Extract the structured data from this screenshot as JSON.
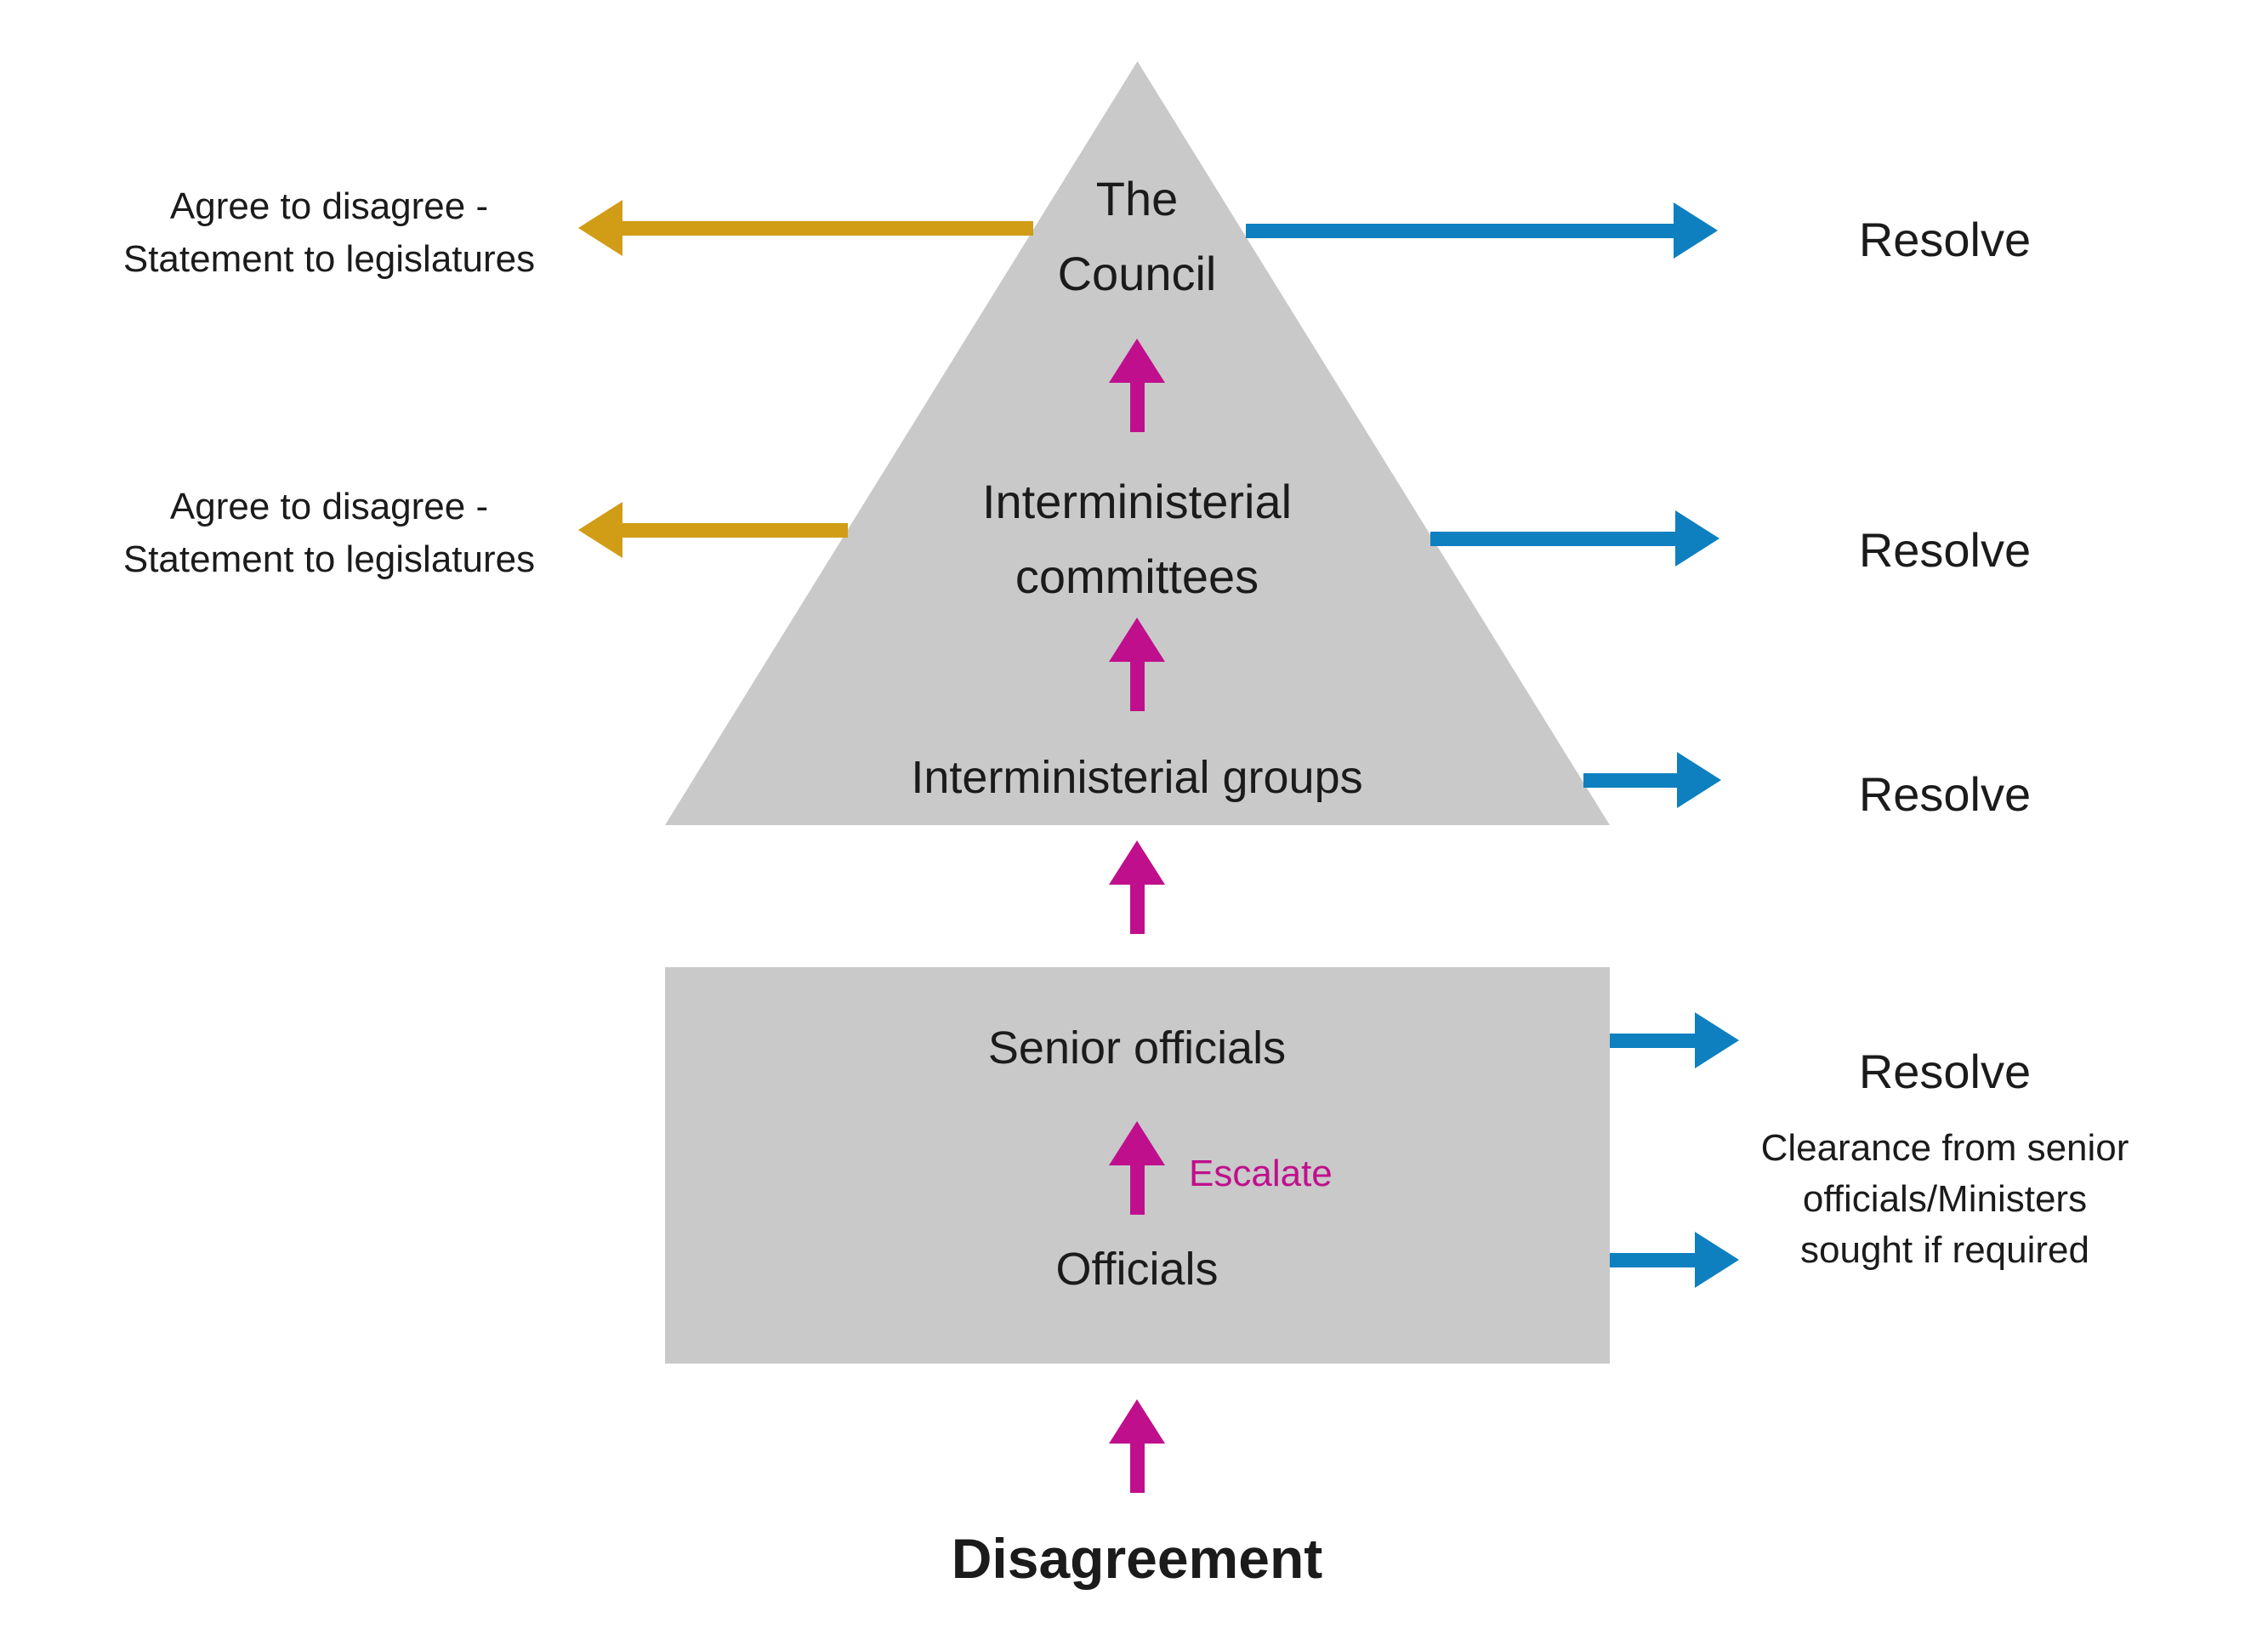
{
  "colors": {
    "gray": "#c9c9c9",
    "magenta": "#c00f8d",
    "blue": "#0e80c0",
    "gold": "#d19c16",
    "text": "#1b1b1b"
  },
  "pyramid": {
    "council": {
      "line1": "The",
      "line2": "Council"
    },
    "committees": {
      "line1": "Interministerial",
      "line2": "committees"
    },
    "groups": {
      "label": "Interministerial groups"
    }
  },
  "box": {
    "senior_label": "Senior officials",
    "officials_label": "Officials",
    "escalate_label": "Escalate"
  },
  "left_notes": {
    "council": {
      "line1": "Agree to disagree -",
      "line2": "Statement to legislatures"
    },
    "committees": {
      "line1": "Agree to disagree -",
      "line2": "Statement to legislatures"
    }
  },
  "right_notes": {
    "resolve_council": "Resolve",
    "resolve_committees": "Resolve",
    "resolve_groups": "Resolve",
    "resolve_senior": "Resolve",
    "clearance": {
      "line1": "Clearance from senior",
      "line2": "officials/Ministers",
      "line3": "sought if required"
    }
  },
  "bottom": {
    "disagreement_label": "Disagreement"
  }
}
